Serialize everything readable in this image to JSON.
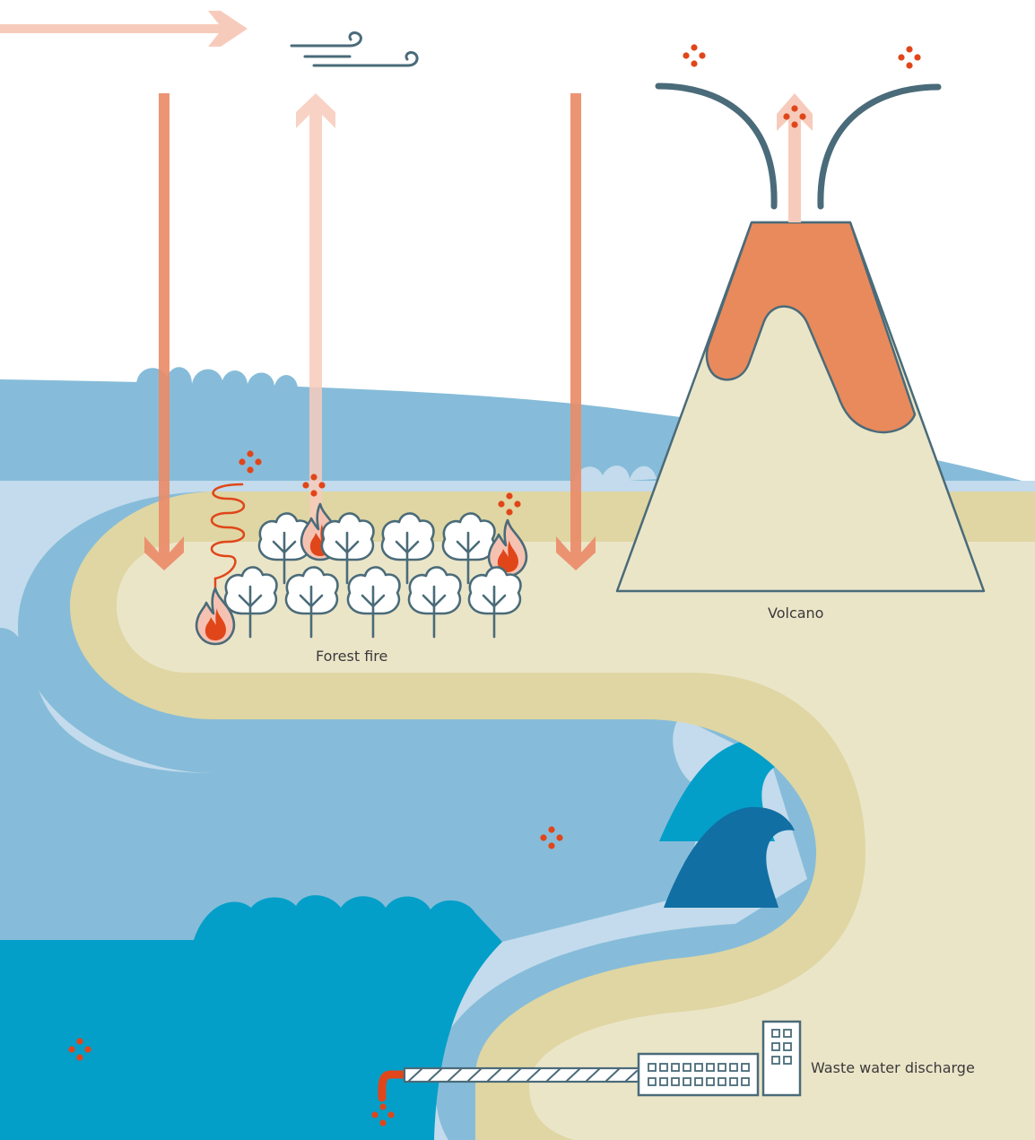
{
  "labels": {
    "forest_fire": "Forest fire",
    "volcano": "Volcano",
    "waste_water": "Waste water discharge"
  },
  "icons": [
    "wind-icon",
    "tree-icon",
    "flame-icon",
    "particle-cluster-icon",
    "factory-icon",
    "office-building-icon",
    "discharge-pipe-icon",
    "heat-wave-icon"
  ],
  "colors": {
    "sky": "#ffffff",
    "ocean_surface": "#86bcd9",
    "ocean_light": "#c3dbec",
    "ocean_mid": "#049fc9",
    "ocean_deep": "#116fa3",
    "sand_dark": "#dfd6a3",
    "sand_light": "#ebe5c8",
    "lava": "#e98a5c",
    "arrow_down": "#ea8c69",
    "arrow_up": "#f7cbbb",
    "particles": "#e0461a",
    "outline": "#4a6b79"
  }
}
